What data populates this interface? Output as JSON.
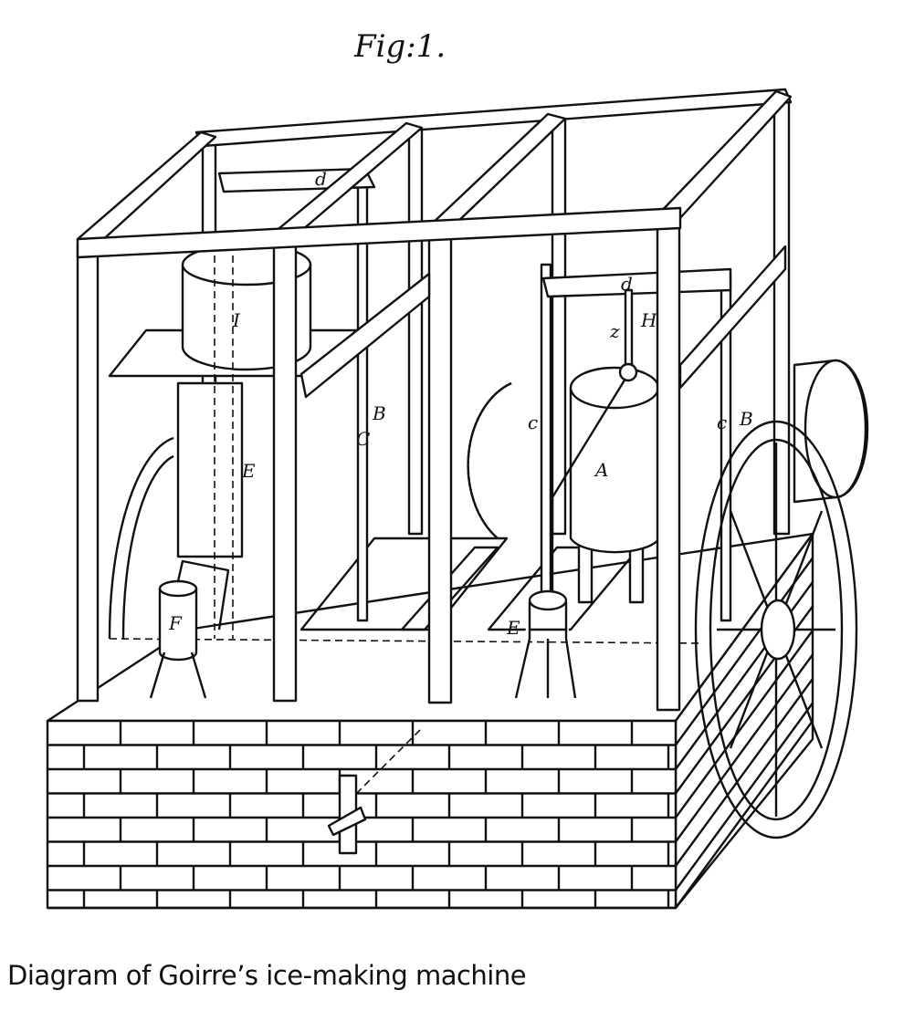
{
  "figure": {
    "title": "Fig:1.",
    "labels": {
      "d_left": "d",
      "d_right": "d",
      "I": "I",
      "E_upper": "E",
      "B_left": "B",
      "C": "C",
      "c_mid": "c",
      "A": "A",
      "z": "z",
      "H": "H",
      "B_right": "B",
      "c_right": "c",
      "F": "F",
      "E_lower": "E"
    }
  },
  "caption": "Diagram of Goirre’s ice-making machine"
}
